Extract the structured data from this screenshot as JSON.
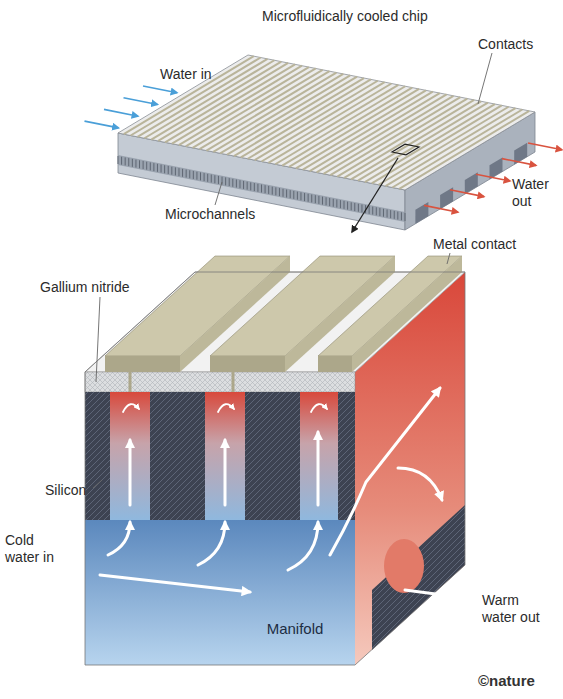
{
  "diagram": {
    "labels": [
      "Microfluidically cooled chip",
      "Contacts",
      "Water in",
      "Water out",
      "Microchannels",
      "Metal contact",
      "Gallium nitride",
      "Silicon",
      "Cold water in",
      "Warm water out",
      "Manifold",
      "©nature"
    ]
  }
}
